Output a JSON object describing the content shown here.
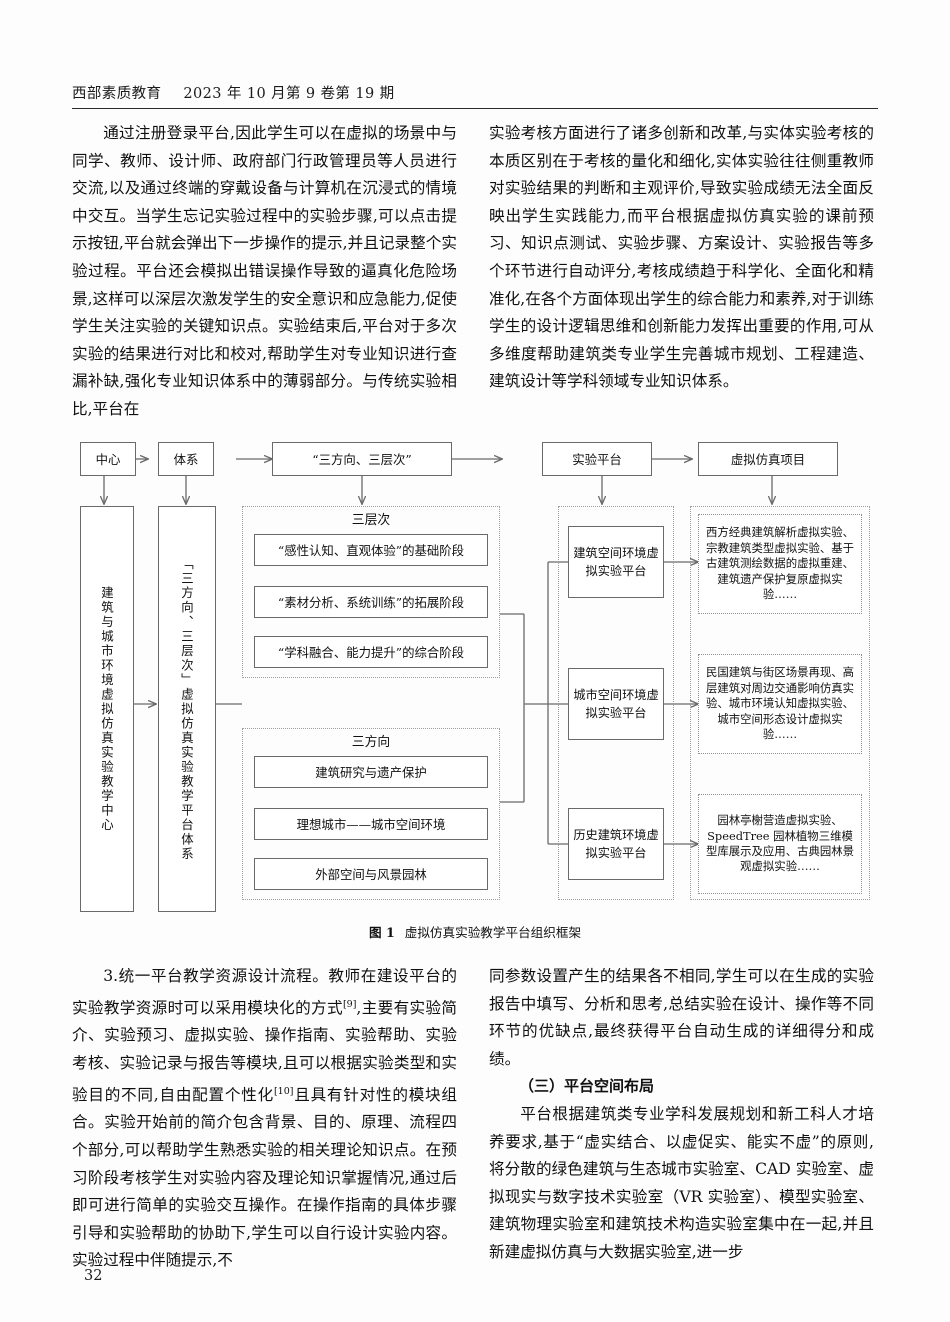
{
  "header": {
    "journal": "西部素质教育",
    "issue": "2023 年 10 月第 9 卷第 19 期"
  },
  "page_number": "32",
  "columns": {
    "top_left": "通过注册登录平台,因此学生可以在虚拟的场景中与同学、教师、设计师、政府部门行政管理员等人员进行交流,以及通过终端的穿戴设备与计算机在沉浸式的情境中交互。当学生忘记实验过程中的实验步骤,可以点击提示按钮,平台就会弹出下一步操作的提示,并且记录整个实验过程。平台还会模拟出错误操作导致的逼真化危险场景,这样可以深层次激发学生的安全意识和应急能力,促使学生关注实验的关键知识点。实验结束后,平台对于多次实验的结果进行对比和校对,帮助学生对专业知识进行查漏补缺,强化专业知识体系中的薄弱部分。与传统实验相比,平台在",
    "top_right": "实验考核方面进行了诸多创新和改革,与实体实验考核的本质区别在于考核的量化和细化,实体实验往往侧重教师对实验结果的判断和主观评价,导致实验成绩无法全面反映出学生实践能力,而平台根据虚拟仿真实验的课前预习、知识点测试、实验步骤、方案设计、实验报告等多个环节进行自动评分,考核成绩趋于科学化、全面化和精准化,在各个方面体现出学生的综合能力和素养,对于训练学生的设计逻辑思维和创新能力发挥出重要的作用,可从多维度帮助建筑类专业学生完善城市规划、工程建造、建筑设计等学科领域专业知识体系。",
    "bottom_left_part1": "3.统一平台教学资源设计流程。教师在建设平台的实验教学资源时可以采用模块化的方式",
    "bottom_left_ref1": "[9]",
    "bottom_left_part2": ",主要有实验简介、实验预习、虚拟实验、操作指南、实验帮助、实验考核、实验记录与报告等模块,且可以根据实验类型和实验目的不同,自由配置个性化",
    "bottom_left_ref2": "[10]",
    "bottom_left_part3": "且具有针对性的模块组合。实验开始前的简介包含背景、目的、原理、流程四个部分,可以帮助学生熟悉实验的相关理论知识点。在预习阶段考核学生对实验内容及理论知识掌握情况,通过后即可进行简单的实验交互操作。在操作指南的具体步骤引导和实验帮助的协助下,学生可以自行设计实验内容。实验过程中伴随提示,不",
    "bottom_right_para1": "同参数设置产生的结果各不相同,学生可以在生成的实验报告中填写、分析和思考,总结实验在设计、操作等不同环节的优缺点,最终获得平台自动生成的详细得分和成绩。",
    "bottom_right_heading": "（三）平台空间布局",
    "bottom_right_para2": "平台根据建筑类专业学科发展规划和新工科人才培养要求,基于“虚实结合、以虚促实、能实不虚”的原则, 将分散的绿色建筑与生态城市实验室、CAD 实验室、虚拟现实与数字技术实验室（VR 实验室）、模型实验室、建筑物理实验室和建筑技术构造实验室集中在一起,并且新建虚拟仿真与大数据实验室,进一步"
  },
  "figure": {
    "caption_number": "图 1",
    "caption_title": "虚拟仿真实验教学平台组织框架",
    "top_row": [
      {
        "label": "中心"
      },
      {
        "label": "体系"
      },
      {
        "label": "“三方向、三层次”"
      },
      {
        "label": "实验平台"
      },
      {
        "label": "虚拟仿真项目"
      }
    ],
    "vertical_boxes": [
      {
        "label": "建筑与城市环境虚拟仿真实验教学中心"
      },
      {
        "label": "「三方向、三层次」虚拟仿真实验教学平台体系"
      }
    ],
    "group_levels": {
      "title": "三层次",
      "items": [
        "“感性认知、直观体验”的基础阶段",
        "“素材分析、系统训练”的拓展阶段",
        "“学科融合、能力提升”的综合阶段"
      ]
    },
    "group_directions": {
      "title": "三方向",
      "items": [
        "建筑研究与遗产保护",
        "理想城市——城市空间环境",
        "外部空间与风景园林"
      ]
    },
    "platforms": [
      "建筑空间环境虚拟实验平台",
      "城市空间环境虚拟实验平台",
      "历史建筑环境虚拟实验平台"
    ],
    "projects": [
      "西方经典建筑解析虚拟实验、宗教建筑类型虚拟实验、基于古建筑测绘数据的虚拟重建、建筑遗产保护复原虚拟实验……",
      "民国建筑与街区场景再现、高层建筑对周边交通影响仿真实验、城市环境认知虚拟实验、城市空间形态设计虚拟实验……",
      "园林亭榭营造虚拟实验、SpeedTree 园林植物三维模型库展示及应用、古典园林景观虚拟实验……"
    ]
  }
}
